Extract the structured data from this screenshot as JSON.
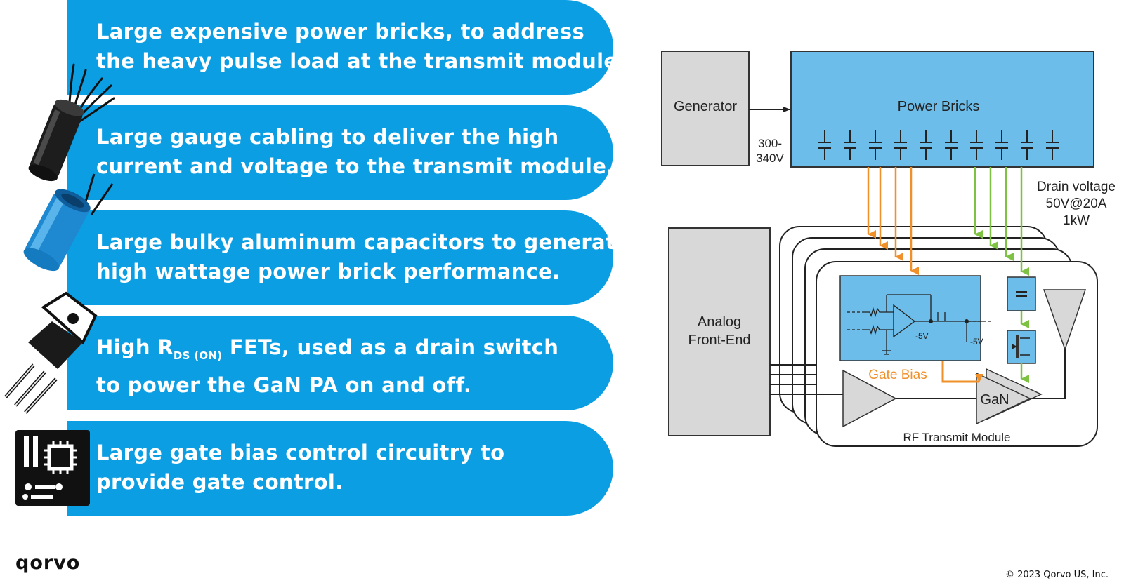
{
  "bullets": [
    {
      "line1": "Large expensive power bricks, to address",
      "line2": "the heavy pulse load at the transmit module."
    },
    {
      "line1": "Large gauge cabling to deliver the high",
      "line2": "current and voltage to the transmit module."
    },
    {
      "line1": "Large bulky aluminum capacitors to generate",
      "line2": "high wattage power brick performance."
    },
    {
      "line1_pre": "High R",
      "line1_sub": "DS (ON)",
      "line1_post": " FETs, used as a drain switch",
      "line2": "to power the GaN PA on and off."
    },
    {
      "line1": "Large gate bias control circuitry to",
      "line2": "provide gate control."
    }
  ],
  "diagram": {
    "generator": "Generator",
    "power_bricks": "Power Bricks",
    "input_voltage_1": "300-",
    "input_voltage_2": "340V",
    "drain_1": "Drain voltage",
    "drain_2": "50V@20A",
    "drain_3": "1kW",
    "afe_1": "Analog",
    "afe_2": "Front-End",
    "gate_bias": "Gate Bias",
    "gan": "GaN",
    "rf_module": "RF Transmit Module",
    "neg5v_a": "-5V",
    "neg5v_b": "-5V"
  },
  "colors": {
    "pill_blue": "#0b9ee3",
    "diagram_blue": "#6cbde9",
    "orange": "#f0902a",
    "green": "#7dc242",
    "gray": "#d8d8d8"
  },
  "icons": [
    "cable-bundle-icon",
    "aluminum-capacitor-icon",
    "transistor-fet-icon",
    "circuit-board-chip-icon"
  ],
  "footer": {
    "logo": "qorvo",
    "copyright": "© 2023 Qorvo US, Inc."
  }
}
